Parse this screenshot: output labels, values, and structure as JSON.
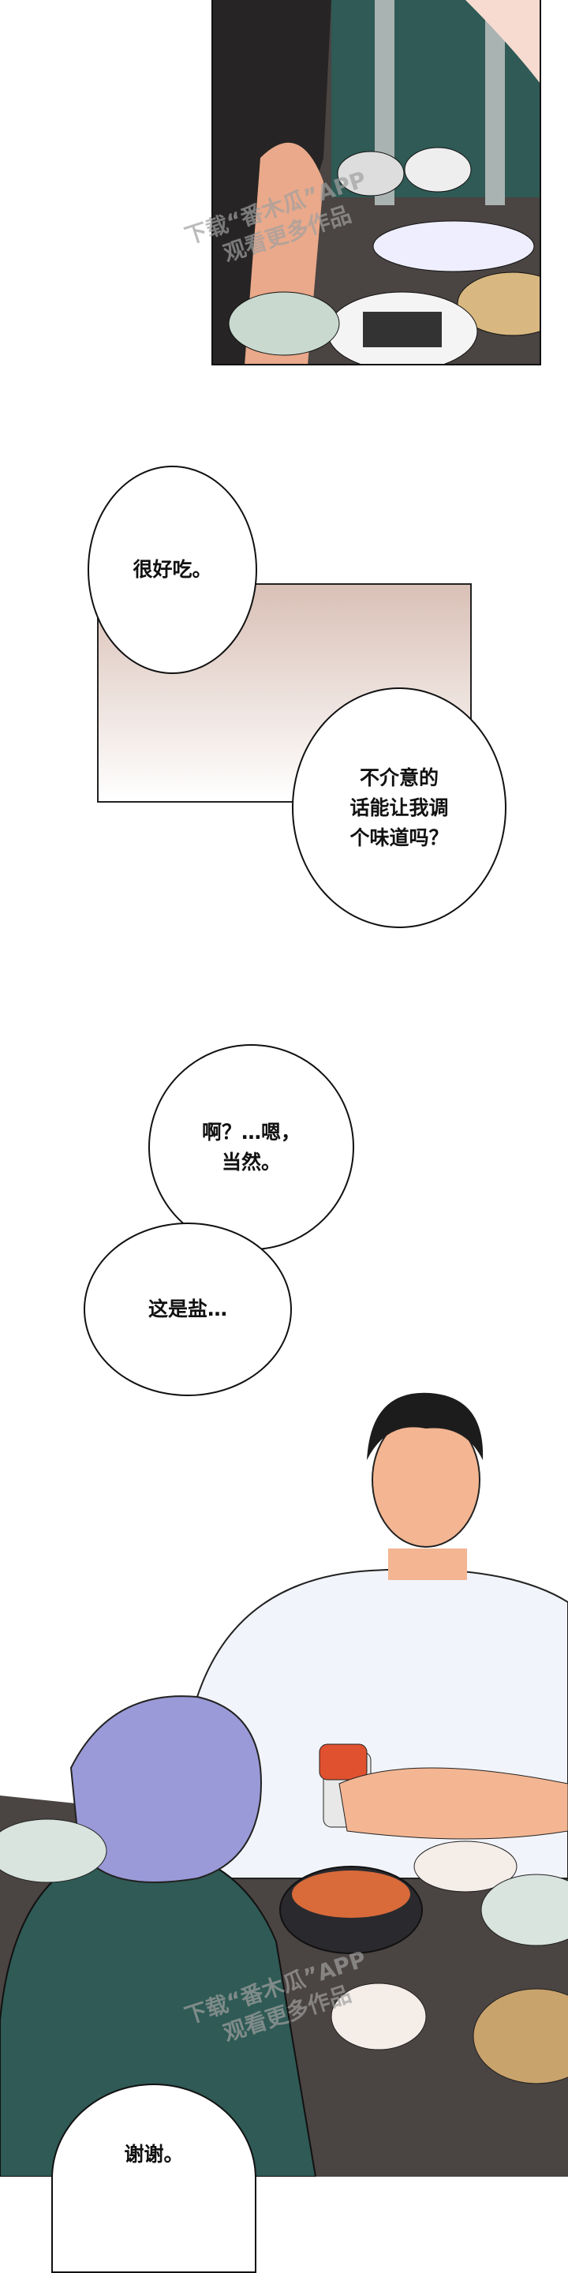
{
  "dialogue": {
    "bubble1": "很好吃。",
    "bubble2_line1": "不介意的",
    "bubble2_line2": "话能让我调",
    "bubble2_line3": "个味道吗？",
    "bubble3_line1": "啊？…嗯，",
    "bubble3_line2": "当然。",
    "bubble4": "这是盐…",
    "bubble5": "谢谢。"
  },
  "watermark": {
    "line1": "下载“番木瓜”APP",
    "line2": "观看更多作品"
  },
  "colors": {
    "table": "#4a4442",
    "shirt_green": "#2f5a55",
    "hair_purple": "#9a9ad8",
    "panel_gradient_top": "#d9c0b6"
  }
}
